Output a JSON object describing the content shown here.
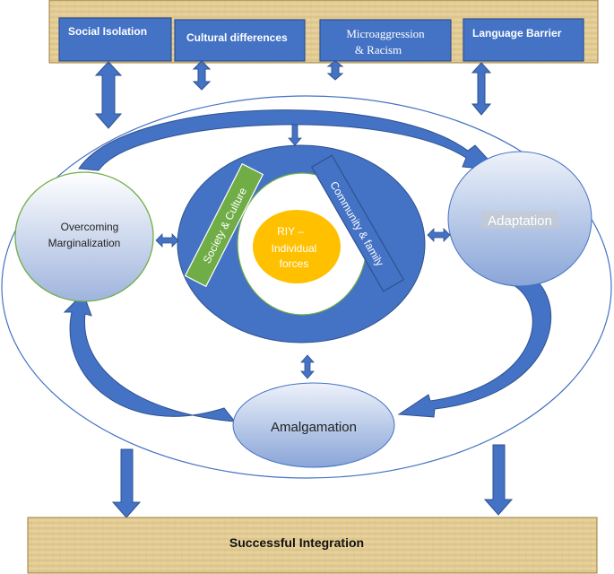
{
  "barriers": {
    "social_isolation": "Social Isolation",
    "cultural_differences": "Cultural differences",
    "microaggression_line1": "Microaggression",
    "microaggression_line2": "& Racism",
    "language_barrier": "Language Barrier"
  },
  "stages": {
    "overcoming_line1": "Overcoming",
    "overcoming_line2": "Marginalization",
    "adaptation": "Adaptation",
    "amalgamation": "Amalgamation"
  },
  "core": {
    "society_culture": "Society & Culture",
    "community_family": "Community  & family",
    "riy_line1": "RIY –",
    "riy_line2": "Individual",
    "riy_line3": "forces"
  },
  "outcome": {
    "label": "Successful Integration"
  },
  "colors": {
    "blue": "#4472C4",
    "dark_blue": "#2F528F",
    "green": "#70AD47",
    "orange": "#FFC000",
    "parchment": "#E6CF9A"
  }
}
